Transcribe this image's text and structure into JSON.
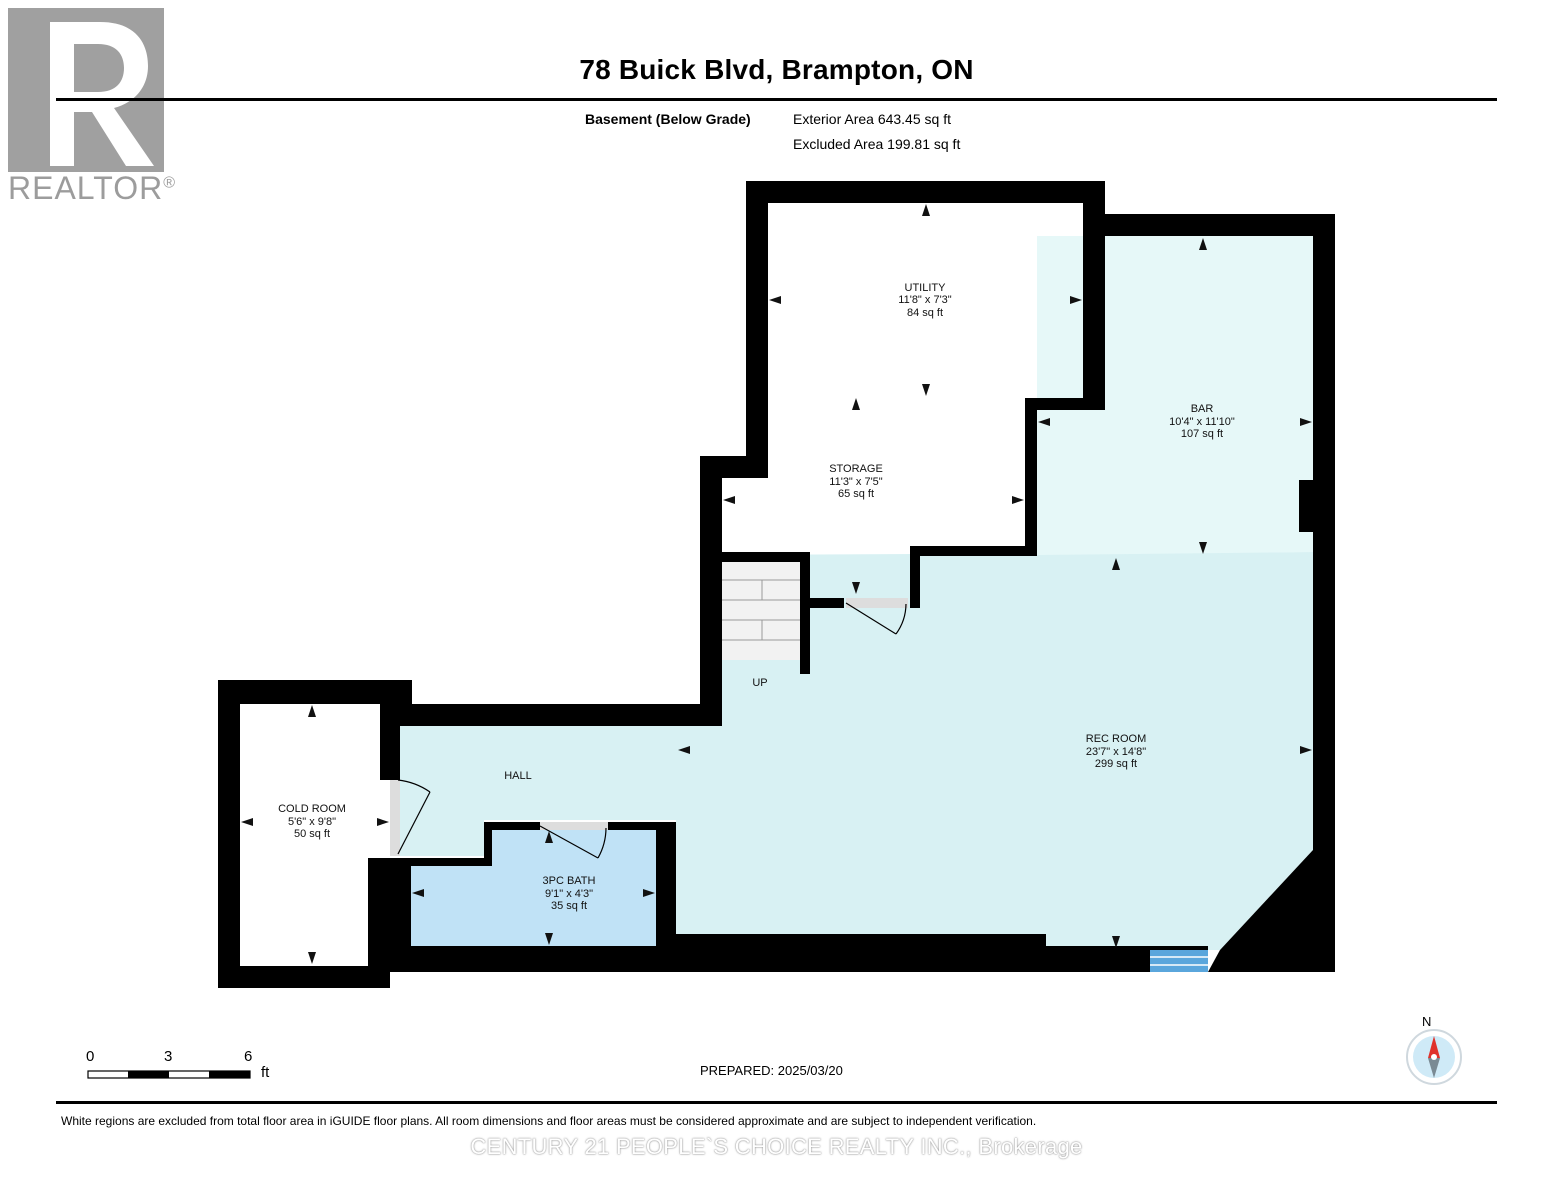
{
  "header": {
    "title": "78 Buick Blvd, Brampton, ON",
    "level_label": "Basement (Below Grade)",
    "exterior_area": "Exterior Area 643.45 sq ft",
    "excluded_area": "Excluded Area 199.81 sq ft"
  },
  "logo": {
    "text": "REALTOR",
    "mark": "®"
  },
  "rooms": {
    "utility": {
      "name": "UTILITY",
      "dims": "11'8\" x 7'3\"",
      "area": "84 sq ft"
    },
    "storage": {
      "name": "STORAGE",
      "dims": "11'3\" x 7'5\"",
      "area": "65 sq ft"
    },
    "bar": {
      "name": "BAR",
      "dims": "10'4\" x 11'10\"",
      "area": "107 sq ft"
    },
    "rec_room": {
      "name": "REC ROOM",
      "dims": "23'7\" x 14'8\"",
      "area": "299 sq ft"
    },
    "cold_room": {
      "name": "COLD ROOM",
      "dims": "5'6\" x 9'8\"",
      "area": "50 sq ft"
    },
    "bath": {
      "name": "3PC BATH",
      "dims": "9'1\" x 4'3\"",
      "area": "35 sq ft"
    },
    "hall": {
      "name": "HALL"
    },
    "stairs": {
      "name": "UP"
    }
  },
  "scale": {
    "ticks": [
      "0",
      "3",
      "6"
    ],
    "unit": "ft"
  },
  "compass": {
    "label": "N"
  },
  "footer": {
    "prepared": "PREPARED: 2025/03/20",
    "disclaimer": "White regions are excluded from total floor area in iGUIDE floor plans. All room dimensions and floor areas must be considered approximate and are subject to independent verification.",
    "brokerage": "CENTURY 21 PEOPLE`S CHOICE REALTY INC., Brokerage"
  },
  "colors": {
    "wall": "#000000",
    "rec_room_fill": "#d8f1f3",
    "bar_fill": "#e6f8f8",
    "bath_fill": "#c0e2f6",
    "stairs_fill": "#f2f2f2",
    "logo_gray": "#a0a0a0",
    "window": "#5aa6dc",
    "compass_arrow": "#e0312b"
  }
}
